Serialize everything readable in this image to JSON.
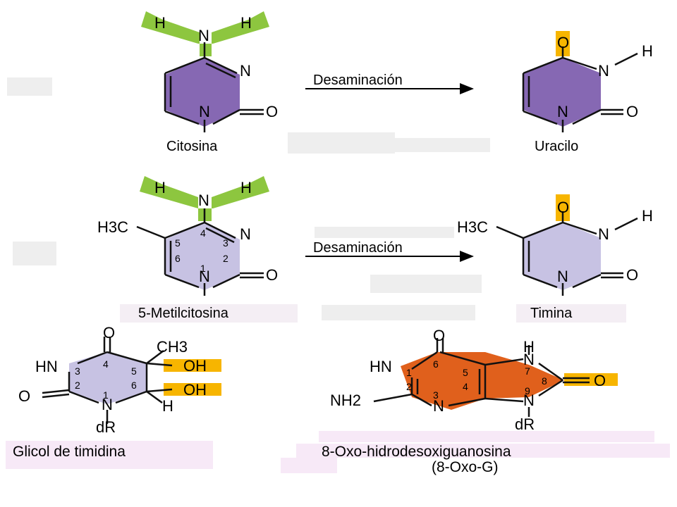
{
  "colors": {
    "amino_highlight": "#8dc63f",
    "oxo_highlight": "#f7b500",
    "cytosine_fill": "#8668b3",
    "methyl_fill": "#c7c2e3",
    "guanine_fill": "#e0601c",
    "label_bg": "#f7e9f7",
    "gray_patch": "#eeeeee"
  },
  "reactions": {
    "arrow_label_1": "Desaminación",
    "arrow_label_2": "Desaminación"
  },
  "molecules": {
    "citosina": {
      "name": "Citosina",
      "atoms": {
        "h_left": "H",
        "n_amino": "N",
        "h_right": "H",
        "n_ring": "N",
        "n_bottom": "N",
        "o": "O"
      }
    },
    "uracilo": {
      "name": "Uracilo",
      "atoms": {
        "o_top": "O",
        "n_right": "N",
        "h": "H",
        "n_bottom": "N",
        "o": "O"
      }
    },
    "metilcitosina": {
      "name": "5-Metilcitosina",
      "atoms": {
        "h_left": "H",
        "n_amino": "N",
        "h_right": "H",
        "methyl": "H3C",
        "n_ring": "N",
        "n_bottom": "N",
        "o": "O"
      },
      "ring_numbers": [
        "4",
        "3",
        "5",
        "6",
        "2",
        "1"
      ]
    },
    "timina": {
      "name": "Timina",
      "atoms": {
        "o_top": "O",
        "methyl": "H3C",
        "n_right": "N",
        "h": "H",
        "n_bottom": "N",
        "o": "O"
      }
    },
    "glicol": {
      "name": "Glicol de timidina",
      "atoms": {
        "o_top": "O",
        "ch3": "CH3",
        "hn": "HN",
        "oh_top": "OH",
        "oh_bottom": "OH",
        "o_left": "O",
        "n": "N",
        "h": "H",
        "dr": "dR"
      },
      "ring_numbers": [
        "4",
        "3",
        "5",
        "2",
        "6",
        "1"
      ]
    },
    "oxo_g": {
      "name_line1": "8-Oxo-hidrodesoxiguanosina",
      "name_line2": "(8-Oxo-G)",
      "atoms": {
        "o_top": "O",
        "hn_top": "H",
        "n_top": "N",
        "hn_left": "HN",
        "nh2": "NH2",
        "n3": "N",
        "n9": "N",
        "o_right": "O",
        "dr": "dR"
      },
      "ring_numbers": [
        "6",
        "1",
        "5",
        "7",
        "8",
        "2",
        "4",
        "3",
        "9"
      ]
    }
  }
}
